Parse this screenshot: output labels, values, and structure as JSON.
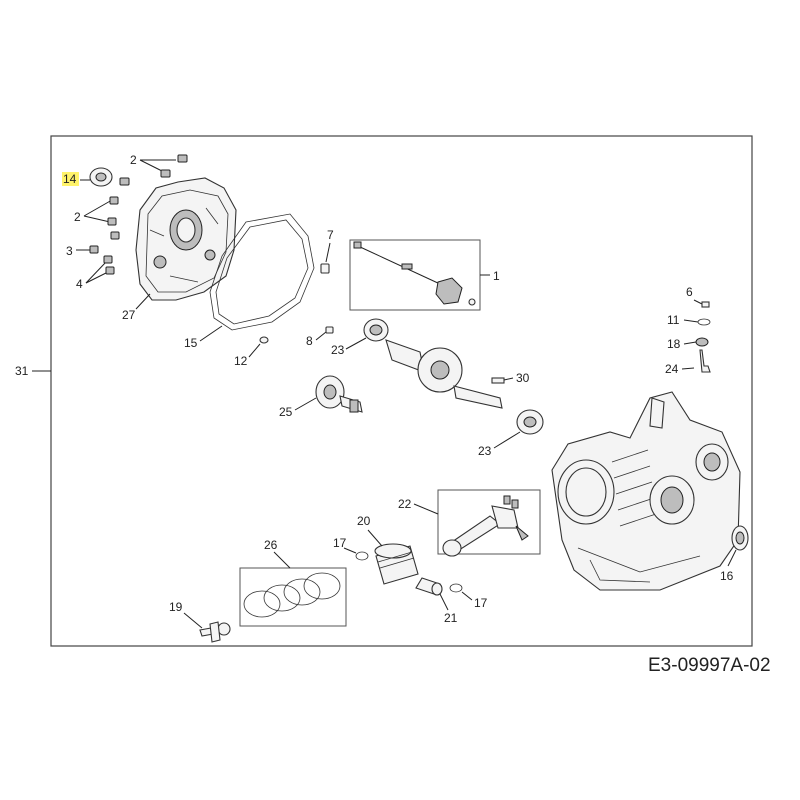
{
  "drawing_code": "E3-09997A-02",
  "highlight_color": "#fff36a",
  "callouts": {
    "c31": "31",
    "c14": "14",
    "c2a": "2",
    "c2b": "2",
    "c3": "3",
    "c4": "4",
    "c27": "27",
    "c15": "15",
    "c12": "12",
    "c7": "7",
    "c1": "1",
    "c8": "8",
    "c23a": "23",
    "c30": "30",
    "c25": "25",
    "c23b": "23",
    "c6": "6",
    "c11": "11",
    "c18": "18",
    "c24": "24",
    "c16": "16",
    "c22": "22",
    "c20": "20",
    "c17a": "17",
    "c26": "26",
    "c19": "19",
    "c21": "21",
    "c17b": "17"
  }
}
